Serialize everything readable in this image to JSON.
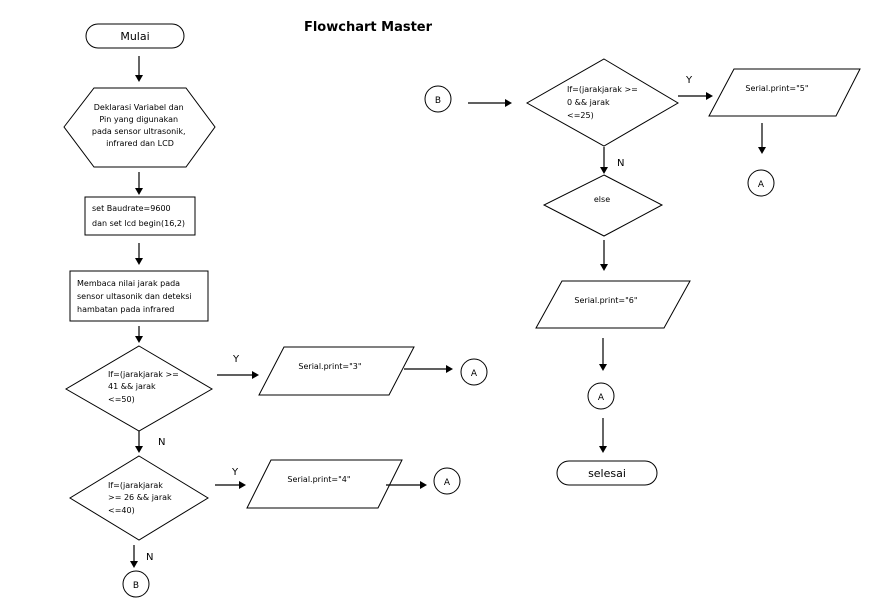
{
  "title": "Flowchart Master",
  "start": "Mulai",
  "end": "selesai",
  "declare": [
    "Deklarasi Variabel dan",
    "Pin yang digunakan",
    "pada sensor ultrasonik,",
    "infrared dan LCD"
  ],
  "setup": [
    "set Baudrate=9600",
    "dan set lcd begin(16,2)"
  ],
  "read": [
    "Membaca nilai jarak pada",
    "sensor ultasonik dan deteksi",
    "hambatan pada infrared"
  ],
  "cond1": [
    "If=(jarakjarak >=",
    "41 && jarak",
    "<=50)"
  ],
  "cond2": [
    "If=(jarakjarak",
    ">= 26 && jarak",
    "<=40)"
  ],
  "cond3": [
    "If=(jarakjarak >=",
    "0  && jarak",
    "<=25)"
  ],
  "else": "else",
  "out3": "Serial.print=\"3\"",
  "out4": "Serial.print=\"4\"",
  "out5": "Serial.print=\"5\"",
  "out6": "Serial.print=\"6\"",
  "yes": "Y",
  "no": "N",
  "connector_a": "A",
  "connector_b": "B"
}
